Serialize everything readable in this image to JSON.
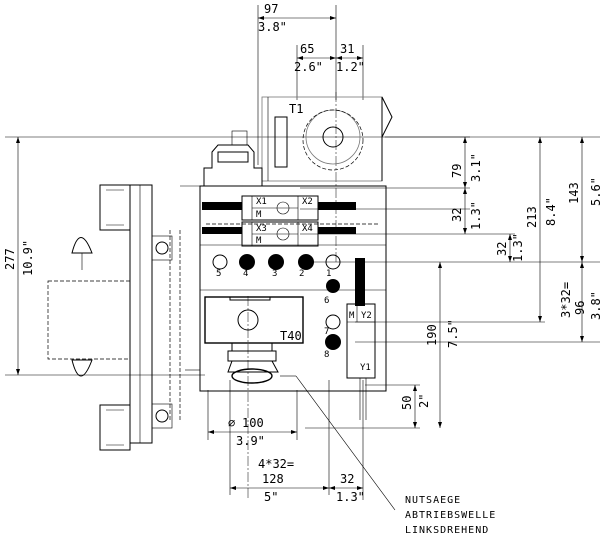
{
  "dimensions": {
    "top_97_mm": "97",
    "top_97_in": "3.8\"",
    "top_65_mm": "65",
    "top_65_in": "2.6\"",
    "top_31_mm": "31",
    "top_31_in": "1.2\"",
    "left_277_mm": "277",
    "left_277_in": "10.9\"",
    "r_79_mm": "79",
    "r_79_in": "3.1\"",
    "r_32a_mm": "32",
    "r_32a_in": "1.3\"",
    "r_32b_mm": "32",
    "r_32b_in": "1.3\"",
    "r_213_mm": "213",
    "r_213_in": "8.4\"",
    "r_143_mm": "143",
    "r_143_in": "5.6\"",
    "r_3x32_label": "3*32=",
    "r_3x32_mm": "96",
    "r_3x32_in": "3.8\"",
    "r_190_mm": "190",
    "r_190_in": "7.5\"",
    "r_50_mm": "50",
    "r_50_in": "2\"",
    "dia_mm": "100",
    "dia_in": "3.9\"",
    "b_4x32_label": "4*32=",
    "b_4x32_mm": "128",
    "b_4x32_in": "5\"",
    "b_32_mm": "32",
    "b_32_in": "1.3\""
  },
  "labels": {
    "t1": "T1",
    "t40": "T40",
    "x1": "X1",
    "x2": "X2",
    "x3": "X3",
    "x4": "X4",
    "m_top1": "M",
    "m_top2": "M",
    "m_y2": "M",
    "y2": "Y2",
    "y1": "Y1",
    "pos": [
      "5",
      "4",
      "3",
      "2",
      "1",
      "6",
      "7",
      "8"
    ],
    "diameter_symbol": "⌀"
  },
  "note": {
    "line1": "NUTSAEGE",
    "line2": "ABTRIEBSWELLE",
    "line3": "LINKSDREHEND"
  }
}
